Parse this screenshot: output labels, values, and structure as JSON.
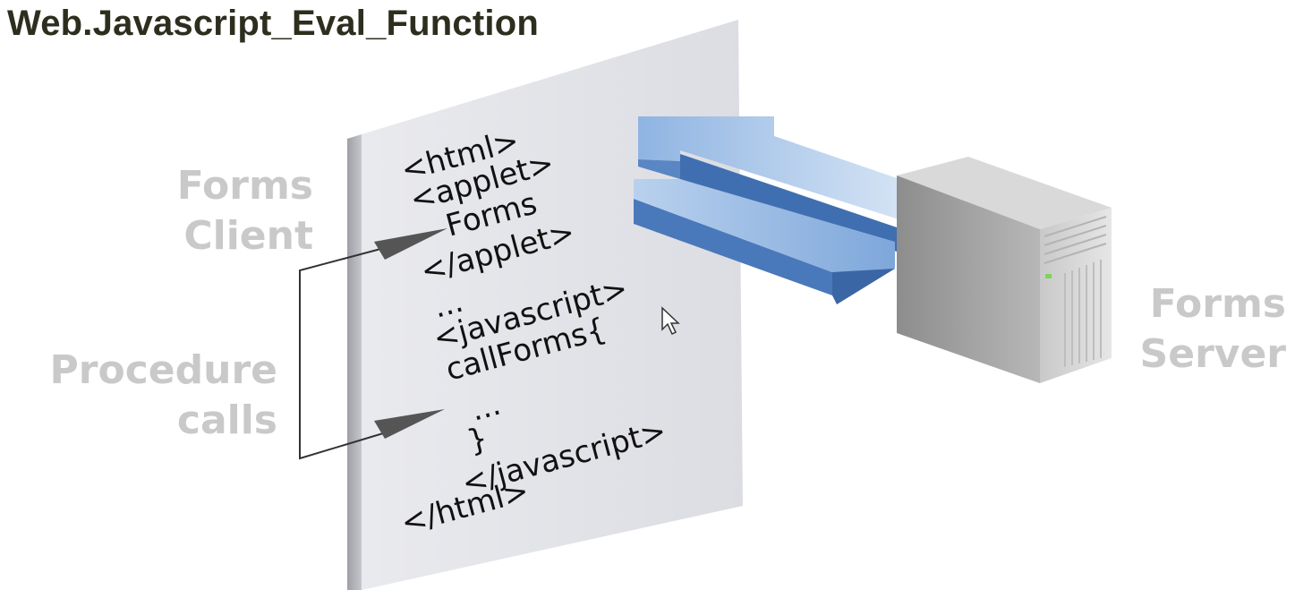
{
  "title": "Web.Javascript_Eval_Function",
  "labels": {
    "client_line1": "Forms",
    "client_line2": "Client",
    "procedure_line1": "Procedure",
    "procedure_line2": "calls",
    "server_line1": "Forms",
    "server_line2": "Server"
  },
  "code_lines": [
    "<html>",
    "<applet>",
    "Forms",
    "</applet>",
    "...",
    "<javascript>",
    "callForms{",
    "...",
    "}",
    "</javascript>",
    "</html>"
  ],
  "colors": {
    "arrow_blue": "#6f9bd2",
    "panel_gray": "#e3e4e8",
    "label_gray": "#c9c9c9"
  },
  "icons": [
    "mouse-pointer-icon",
    "server-icon"
  ]
}
